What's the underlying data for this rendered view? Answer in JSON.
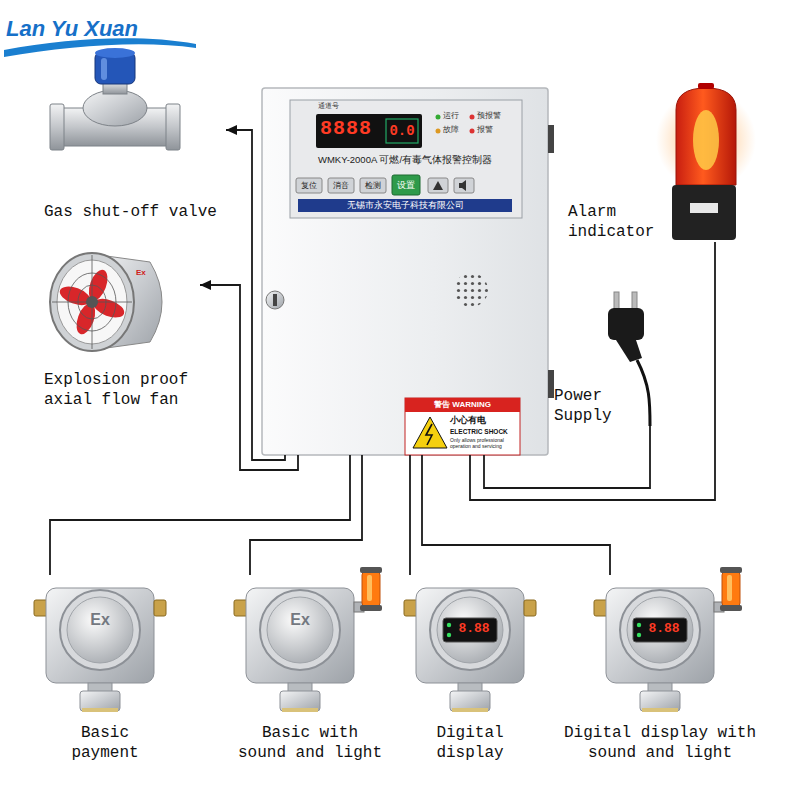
{
  "diagram": {
    "nodes": [
      {
        "text": [
          "WMKY-2000A 可燃/有毒气体报警控制器",
          "无锡市永安电子科技有限公司"
        ]
      },
      {
        "text": [
          "Gas shut-off valve"
        ]
      },
      {
        "text": [
          "Explosion proof axial flow fan"
        ]
      },
      {
        "text": [
          "Alarm indicator"
        ]
      },
      {
        "text": [
          "Power Supply"
        ]
      },
      {
        "text": [
          "Basic payment"
        ]
      },
      {
        "text": [
          "Basic with sound and light"
        ]
      },
      {
        "text": [
          "Digital display"
        ]
      },
      {
        "text": [
          "Digital display with sound and light"
        ]
      }
    ],
    "edges": [
      {
        "from": 0,
        "to": 1,
        "arrow": "to"
      },
      {
        "from": 0,
        "to": 2,
        "arrow": "to"
      },
      {
        "from": 0,
        "to": 3,
        "arrow": "none"
      },
      {
        "from": 4,
        "to": 0,
        "arrow": "none"
      },
      {
        "from": 0,
        "to": 5,
        "arrow": "none"
      },
      {
        "from": 0,
        "to": 6,
        "arrow": "none"
      },
      {
        "from": 0,
        "to": 7,
        "arrow": "none"
      },
      {
        "from": 0,
        "to": 8,
        "arrow": "none"
      }
    ],
    "labels": [
      "Lan Yu Xuan",
      "通道号",
      "8888",
      "0.0",
      "运行",
      "故障",
      "预报警",
      "报警",
      "复位",
      "消音",
      "检测",
      "设置",
      "警告 WARNING",
      "小心有电",
      "ELECTRIC SHOCK",
      "Only allows professional operation and servicing",
      "Ex",
      "Ex",
      "Ex",
      "8.88",
      "8.88"
    ]
  }
}
